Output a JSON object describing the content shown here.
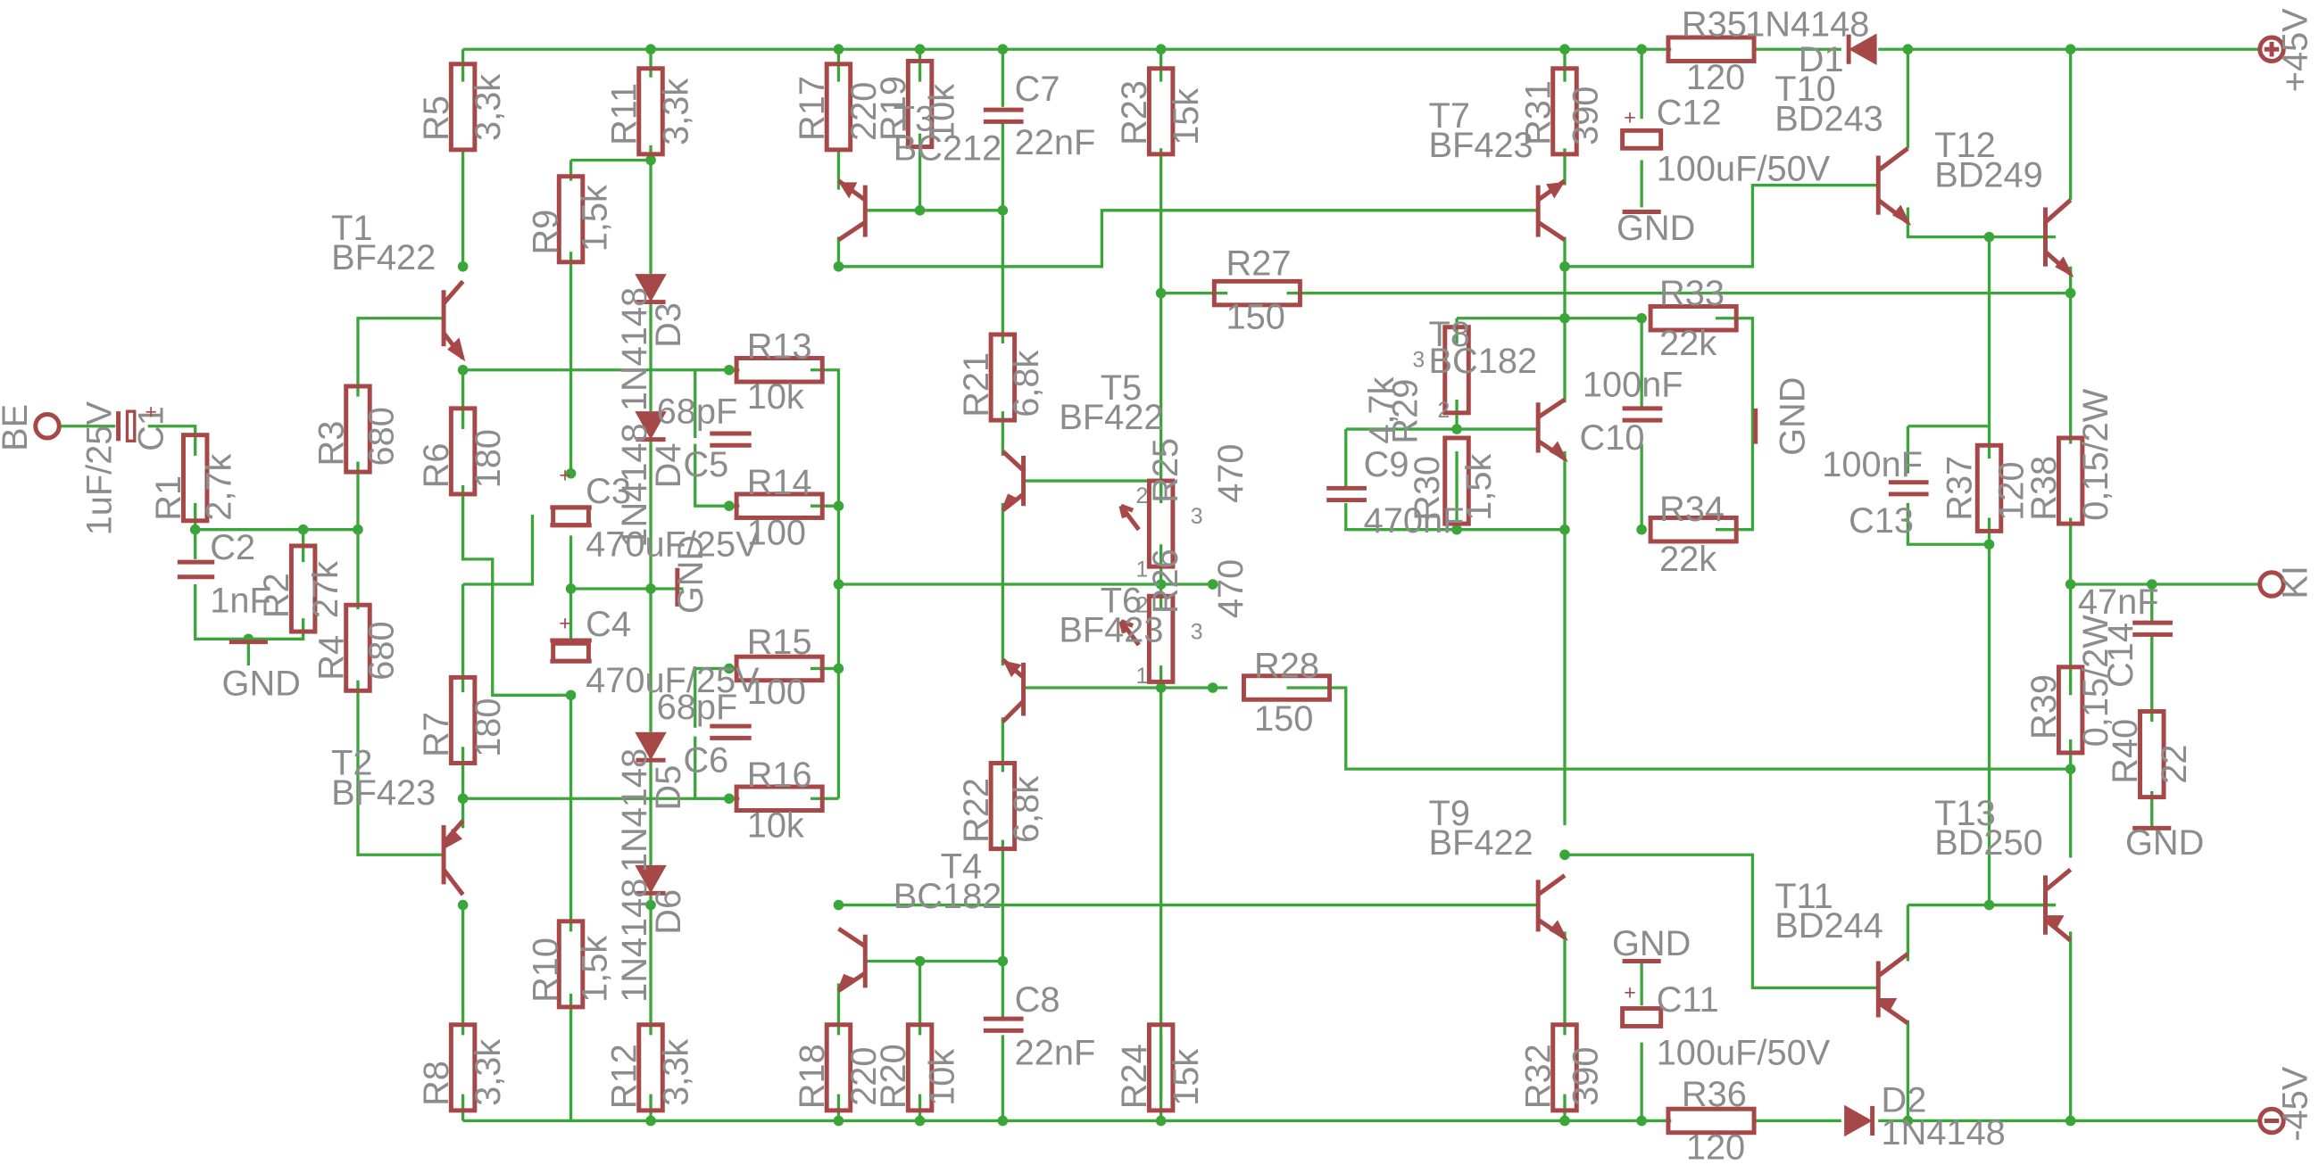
{
  "labels": {
    "R35": "R35",
    "v_r35": "120",
    "D1": "D1",
    "d1_type": "1N4148",
    "T10": "T10",
    "t10_type": "BD243",
    "vplus": "+45V",
    "vminus": "-45V",
    "R5": "R5",
    "v_r5": "3,3k",
    "R11": "R11",
    "v_r11": "3,3k",
    "R17": "R17",
    "v_r17": "220",
    "R19": "R19",
    "v_r19": "10k",
    "T3": "T3",
    "t3_type": "BC212",
    "C7": "C7",
    "v_c7": "22nF",
    "R23": "R23",
    "v_r23": "15k",
    "T7": "T7",
    "t7_type": "BF423",
    "R31": "R31",
    "v_r31": "390",
    "C12": "C12",
    "v_c12": "100uF/50V",
    "gnd": "GND",
    "T12": "T12",
    "t12_type": "BD249",
    "T1": "T1",
    "t1_type": "BF422",
    "R9": "R9",
    "v_r9": "1,5k",
    "D3": "D3",
    "d3_type": "1N4148",
    "R27": "R27",
    "v_r27": "150",
    "R33": "R33",
    "v_r33": "22k",
    "T8": "T8",
    "t8_type": "BC182",
    "R13": "R13",
    "v_r13": "10k",
    "R21": "R21",
    "v_r21": "6,8k",
    "T5": "T5",
    "t5_type": "BF422",
    "C10": "C10",
    "v_c10": "100nF",
    "R3": "R3",
    "v_r3": "680",
    "BE": "BE",
    "C1": "C1",
    "v_c1": "1uF/25V",
    "R1": "R1",
    "v_r1": "2,7k",
    "D4": "D4",
    "d4_type": "1N4148",
    "C5": "C5",
    "v_c5": "68pF",
    "R29": "R29",
    "v_r29": "4,7k",
    "C9": "C9",
    "v_c9": "470nF",
    "R6": "R6",
    "v_r6": "180",
    "R14": "R14",
    "v_r14": "100",
    "R25": "R25",
    "v_r25": "470",
    "R30": "R30",
    "v_r30": "1,5k",
    "R34": "R34",
    "v_r34": "22k",
    "C13": "C13",
    "v_c13": "100nF",
    "R37": "R37",
    "v_r37": "120",
    "R38": "R38",
    "v_r38": "0,15/2W",
    "C3": "C3",
    "v_c3": "470uF/25V",
    "C2": "C2",
    "v_c2": "1nF",
    "R2": "R2",
    "v_r2": "27k",
    "R26": "R26",
    "v_r26": "470",
    "KI": "KI",
    "C14": "C14",
    "v_c14": "47nF",
    "C4": "C4",
    "v_c4": "470uF/25V",
    "R4": "R4",
    "v_r4": "680",
    "T6": "T6",
    "t6_type": "BF423",
    "R15": "R15",
    "v_r15": "100",
    "R28": "R28",
    "v_r28": "150",
    "R39": "R39",
    "v_r39": "0,15/2W",
    "C6": "C6",
    "v_c6": "68pF",
    "R7": "R7",
    "v_r7": "180",
    "D5": "D5",
    "d5_type": "1N4148",
    "R16": "R16",
    "v_r16": "10k",
    "R40": "R40",
    "v_r40": "22",
    "T2": "T2",
    "t2_type": "BF423",
    "R22": "R22",
    "v_r22": "6,8k",
    "T9": "T9",
    "t9_type": "BF422",
    "T13": "T13",
    "t13_type": "BD250",
    "T4": "T4",
    "t4_type": "BC182",
    "D6": "D6",
    "d6_type": "1N4148",
    "T11": "T11",
    "t11_type": "BD244",
    "R10": "R10",
    "v_r10": "1,5k",
    "C8": "C8",
    "v_c8": "22nF",
    "C11": "C11",
    "v_c11": "100uF/50V",
    "R8": "R8",
    "v_r8": "3,3k",
    "R12": "R12",
    "v_r12": "3,3k",
    "R18": "R18",
    "v_r18": "220",
    "R20": "R20",
    "v_r20": "10k",
    "R24": "R24",
    "v_r24": "15k",
    "R32": "R32",
    "v_r32": "390",
    "R36": "R36",
    "v_r36": "120",
    "D2": "D2",
    "d2_type": "1N4148",
    "pin1": "1",
    "pin2": "2",
    "pin3": "3",
    "plus": "+"
  },
  "colors": {
    "wire": "#3aa63a",
    "part": "#a64848",
    "text": "#8c8c8c",
    "background": "#ffffff"
  }
}
